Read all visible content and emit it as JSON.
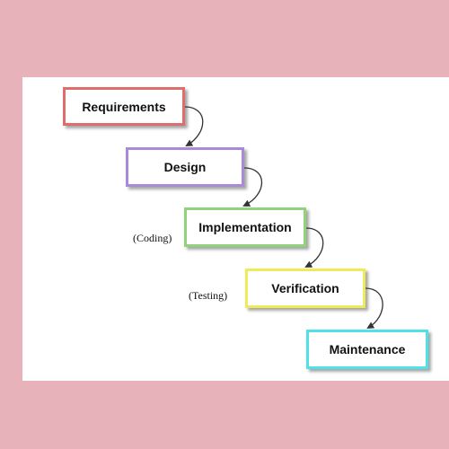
{
  "stages": [
    {
      "label": "Requirements",
      "color": "#e06c6c"
    },
    {
      "label": "Design",
      "color": "#a98ad8"
    },
    {
      "label": "Implementation",
      "color": "#8fd47a"
    },
    {
      "label": "Verification",
      "color": "#eeea5a"
    },
    {
      "label": "Maintenance",
      "color": "#4fe0e8"
    }
  ],
  "notes": {
    "implementation": "(Coding)",
    "verification": "(Testing)"
  },
  "colors": {
    "background": "#e8b2bb",
    "panel": "#ffffff",
    "arrow": "#333333"
  }
}
